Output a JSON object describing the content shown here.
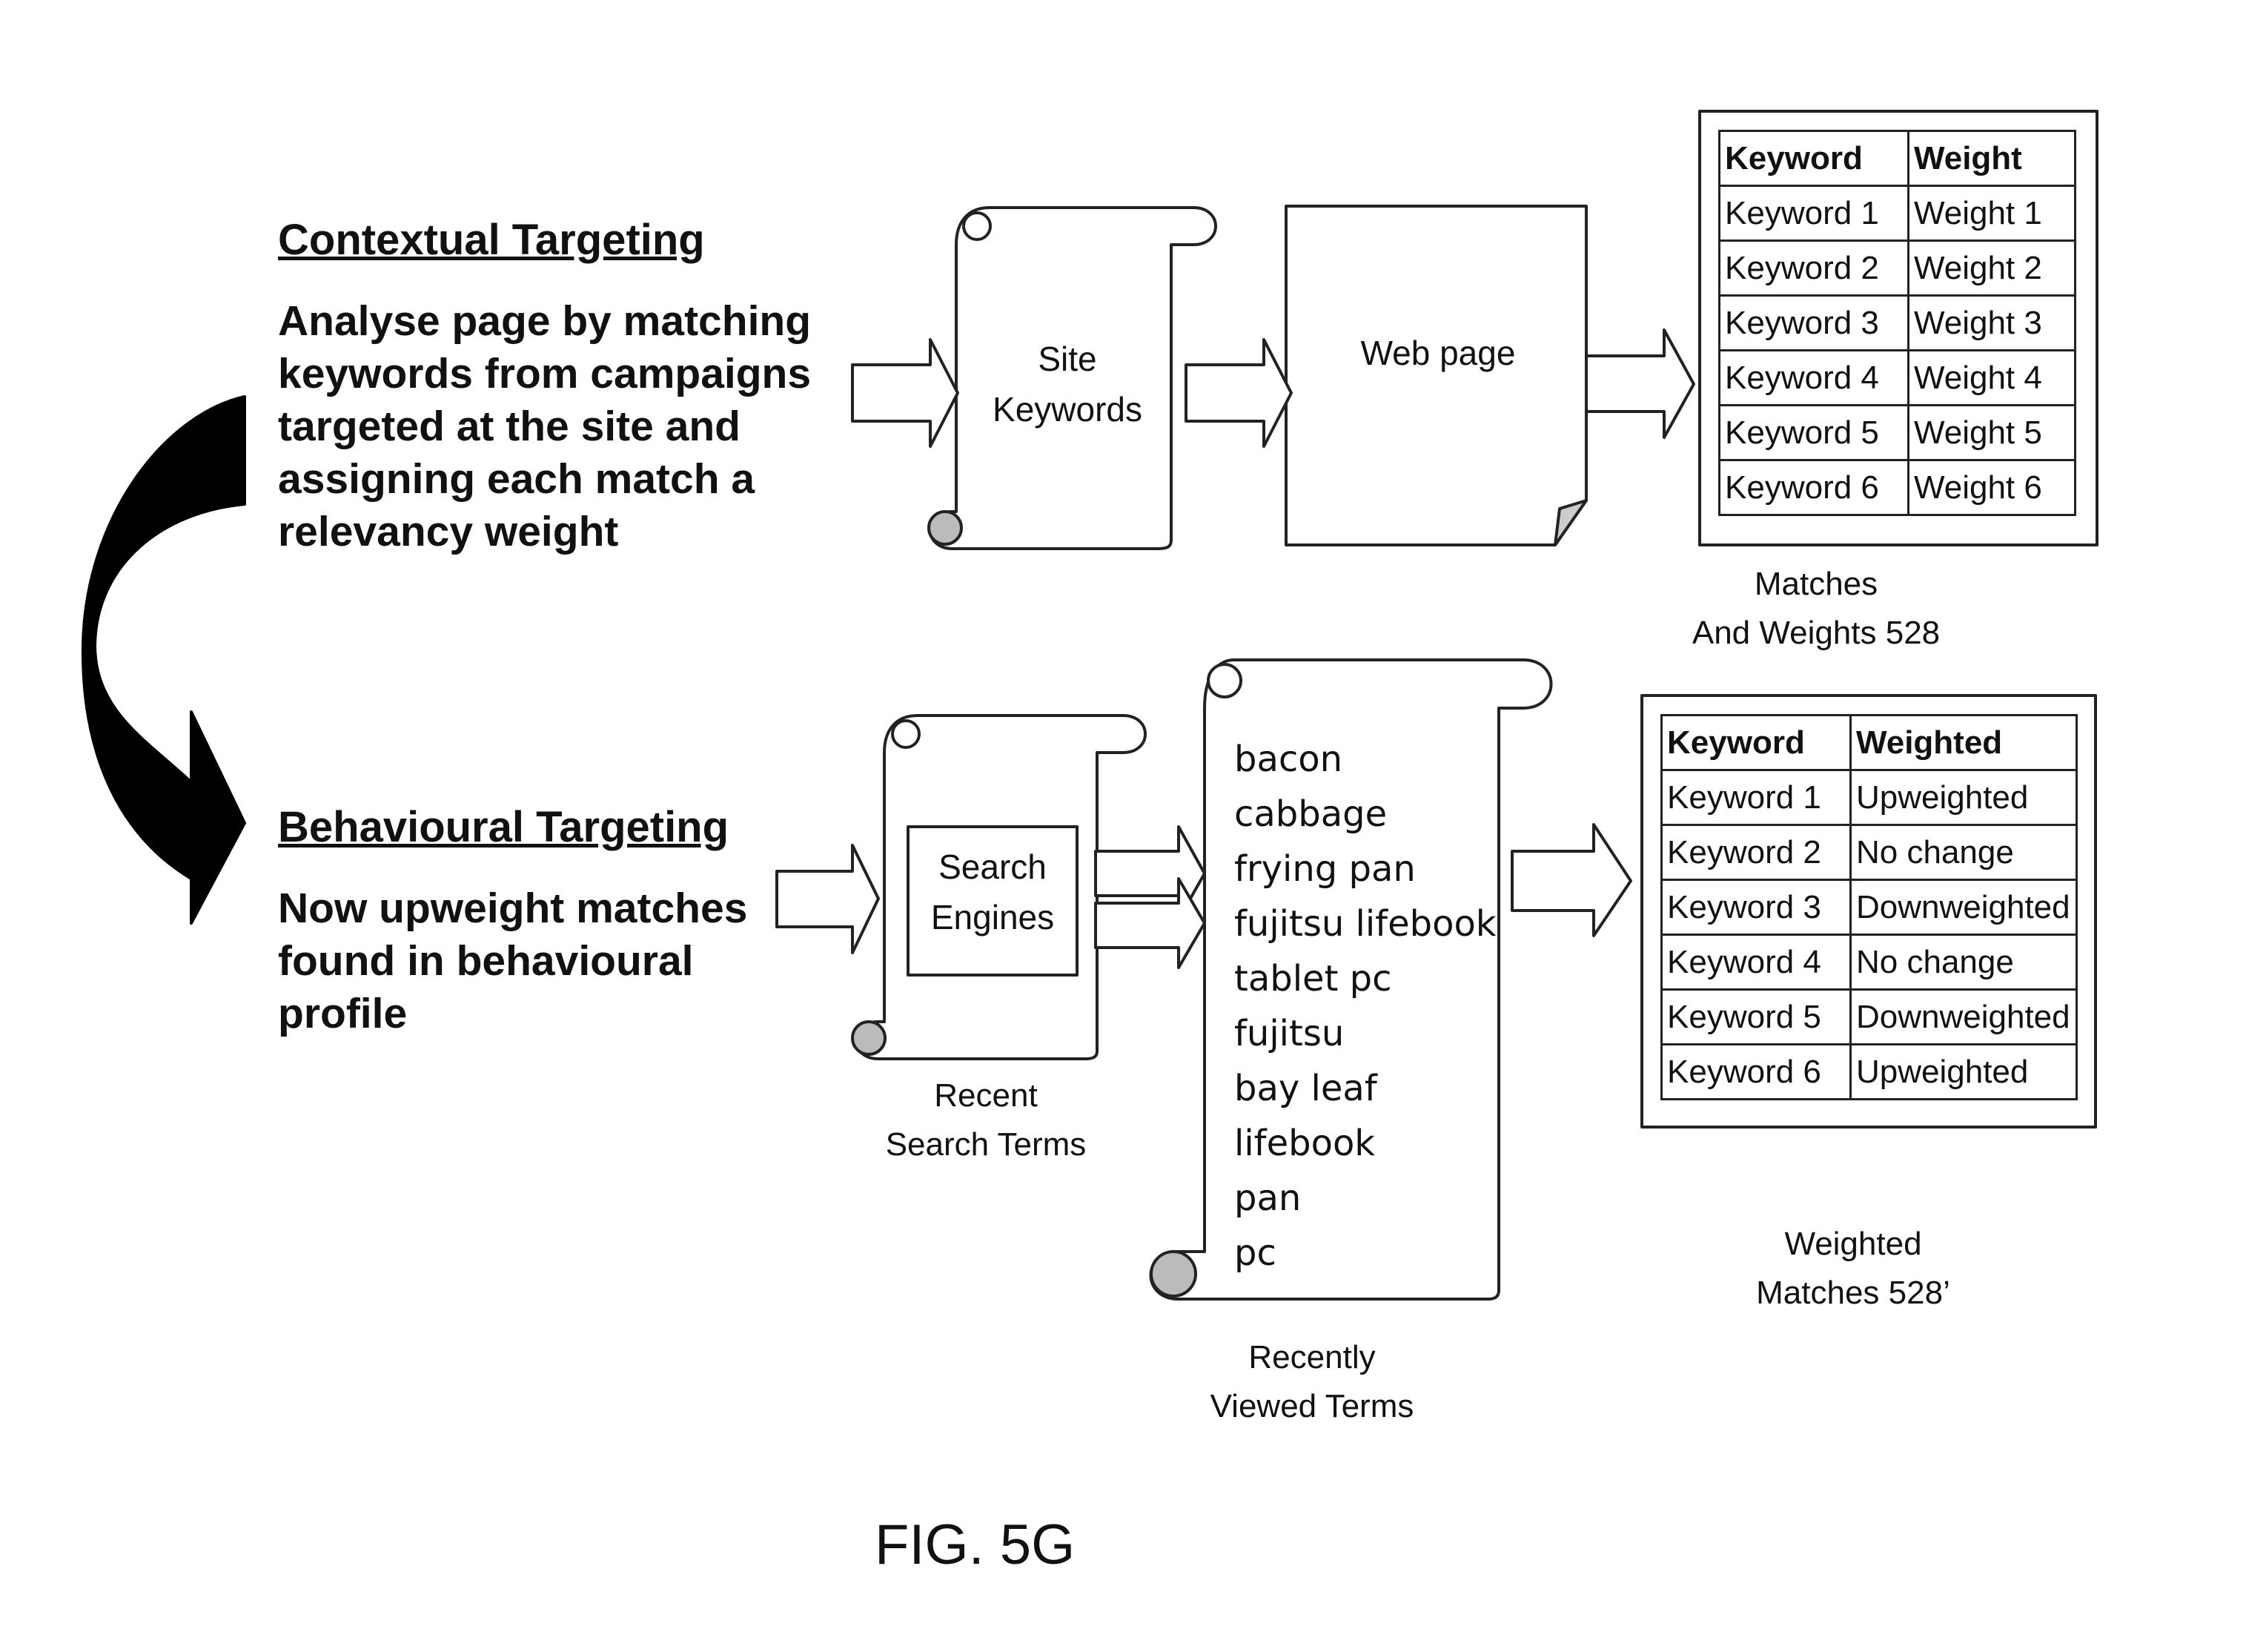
{
  "contextual": {
    "heading": "Contextual Targeting",
    "lines": [
      "Analyse page by matching",
      "keywords from campaigns",
      "targeted at the site and",
      "assigning each match a",
      "relevancy weight"
    ]
  },
  "behavioural": {
    "heading": "Behavioural Targeting",
    "lines": [
      "Now upweight matches",
      "found in behavioural",
      "profile"
    ]
  },
  "site_keywords": {
    "line1": "Site",
    "line2": "Keywords"
  },
  "web_page": {
    "label": "Web page"
  },
  "search_engines": {
    "line1": "Search",
    "line2": "Engines"
  },
  "recent_search_terms": {
    "line1": "Recent",
    "line2": "Search Terms"
  },
  "recently_viewed": {
    "terms": [
      "bacon",
      "cabbage",
      "frying pan",
      "fujitsu lifebook",
      "tablet pc",
      "fujitsu",
      "bay leaf",
      "lifebook",
      "pan",
      "pc"
    ],
    "caption_line1": "Recently",
    "caption_line2": "Viewed Terms"
  },
  "matches_table": {
    "headers": [
      "Keyword",
      "Weight"
    ],
    "rows": [
      [
        "Keyword 1",
        "Weight 1"
      ],
      [
        "Keyword 2",
        "Weight 2"
      ],
      [
        "Keyword 3",
        "Weight 3"
      ],
      [
        "Keyword 4",
        "Weight 4"
      ],
      [
        "Keyword 5",
        "Weight 5"
      ],
      [
        "Keyword 6",
        "Weight 6"
      ]
    ],
    "caption_line1": "Matches",
    "caption_line2": "And Weights 528"
  },
  "weighted_table": {
    "headers": [
      "Keyword",
      "Weighted"
    ],
    "rows": [
      [
        "Keyword 1",
        "Upweighted"
      ],
      [
        "Keyword 2",
        "No change"
      ],
      [
        "Keyword 3",
        "Downweighted"
      ],
      [
        "Keyword 4",
        "No change"
      ],
      [
        "Keyword 5",
        "Downweighted"
      ],
      [
        "Keyword 6",
        "Upweighted"
      ]
    ],
    "caption_line1": "Weighted",
    "caption_line2": "Matches 528’"
  },
  "figure_label": "FIG. 5G"
}
